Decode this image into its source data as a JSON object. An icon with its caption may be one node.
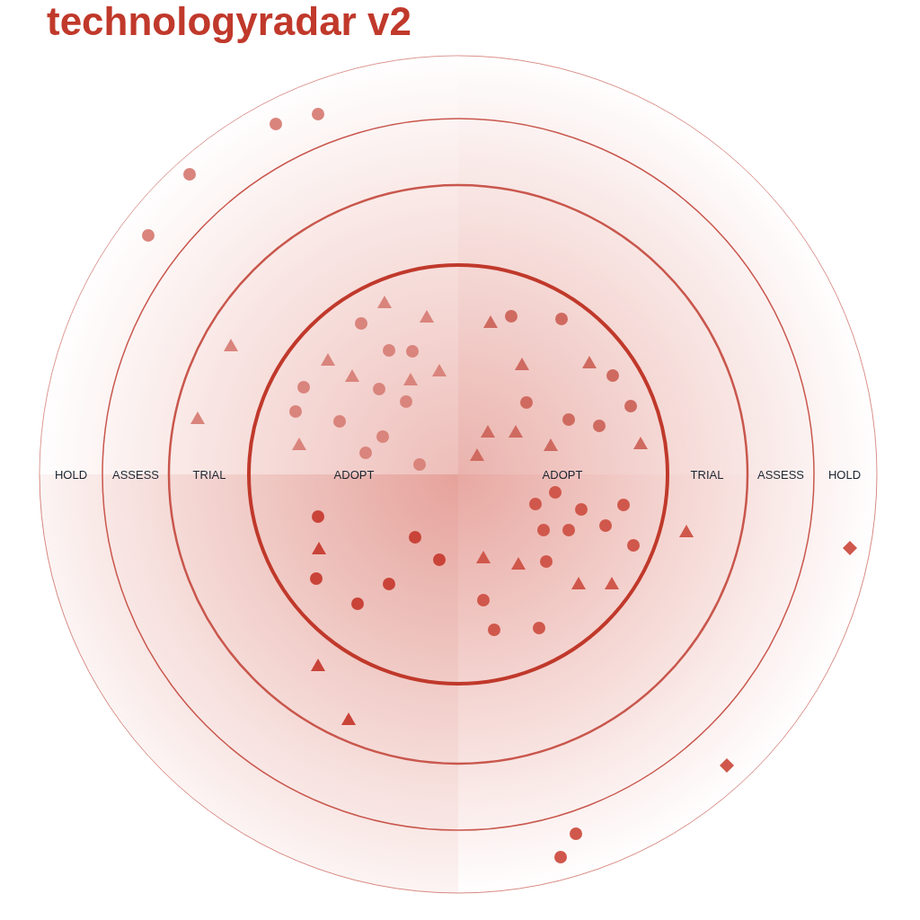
{
  "diagram": {
    "title": "technologyradar v2",
    "labels": [
      "HOLD",
      "ASSESS",
      "TRIAL",
      "ADOPT",
      "ADOPT",
      "TRIAL",
      "ASSESS",
      "HOLD"
    ]
  }
}
